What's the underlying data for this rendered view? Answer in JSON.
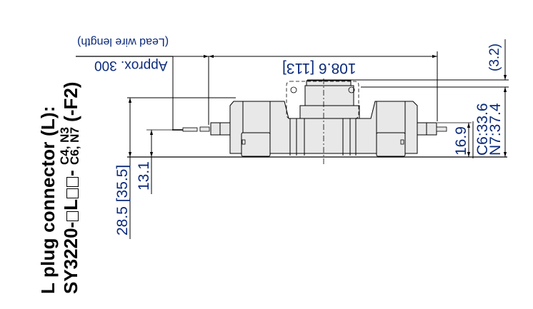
{
  "title": {
    "line1": "L plug connector (L):",
    "line2_prefix": "SY3220-",
    "line2_mid": "L",
    "line2_dash": "-",
    "variant_top": "C4, N3",
    "variant_bottom": "C6, N7",
    "suffix": "(-F2)"
  },
  "dimensions": {
    "lead_wire_label": "(Lead wire length)",
    "lead_wire_value": "Approx. 300",
    "overall_length": "108.6 [113]",
    "top_offset": "(3.2)",
    "fitting_height_c6": "C6:33.6",
    "fitting_height_n7": "N7:37.4",
    "connector_height_right": "16.9",
    "connector_height_left": "13.1",
    "body_height": "28.5 [35.5]"
  },
  "colors": {
    "line": "#000000",
    "fill": "#e8e8e8",
    "dimension_text": "#0b2a7a"
  }
}
